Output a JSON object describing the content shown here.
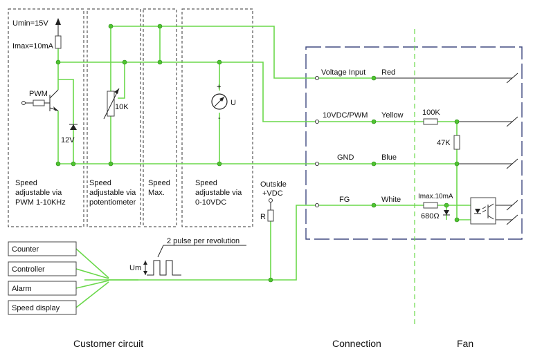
{
  "blocks": {
    "pwm": {
      "umin": "Umin=15V",
      "imax": "Imax=10mA",
      "pwm": "PWM",
      "zener": "12V",
      "desc": [
        "Speed",
        "adjustable via",
        "PWM 1-10KHz"
      ]
    },
    "pot": {
      "value": "10K",
      "desc": [
        "Speed",
        "adjustable via",
        "potentiometer"
      ]
    },
    "max": {
      "desc": [
        "Speed",
        "Max."
      ]
    },
    "vdc": {
      "plus": "+",
      "minus": "-",
      "meter": "U",
      "desc": [
        "Speed",
        "adjustable via",
        "0-10VDC"
      ]
    }
  },
  "outside": {
    "line1": "Outside",
    "line2": "+VDC",
    "resistor": "R"
  },
  "pulse": {
    "label": "2 pulse per revolution",
    "um": "Um"
  },
  "outputs": [
    "Counter",
    "Controller",
    "Alarm",
    "Speed display"
  ],
  "wires": [
    {
      "signal": "Voltage Input",
      "color": "Red"
    },
    {
      "signal": "10VDC/PWM",
      "color": "Yellow"
    },
    {
      "signal": "GND",
      "color": "Blue"
    },
    {
      "signal": "FG",
      "color": "White"
    }
  ],
  "fan": {
    "r1": "100K",
    "r2": "47K",
    "r3": "680Ω",
    "imax": "Imax.10mA"
  },
  "footer": {
    "customer": "Customer circuit",
    "connection": "Connection",
    "fan": "Fan"
  }
}
